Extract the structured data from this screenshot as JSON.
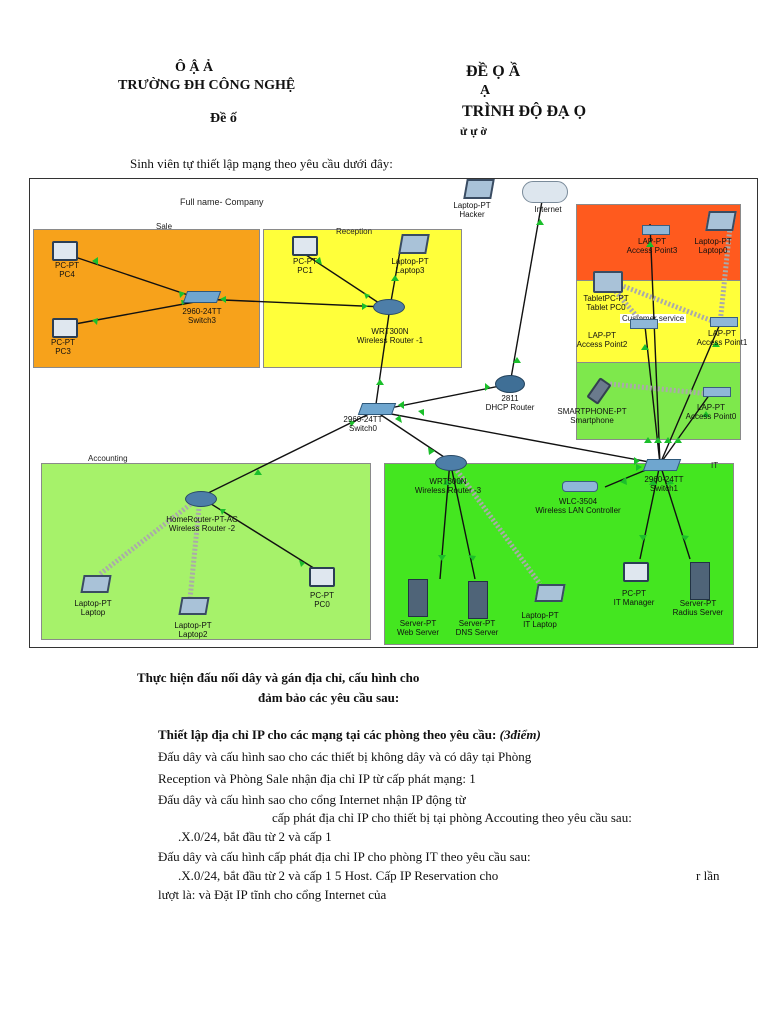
{
  "header": {
    "left_line1": "Ô           Ậ    Ả",
    "left_line2": "TRƯỜNG ĐH CÔNG NGHỆ",
    "left_line3": "Đề    ố",
    "right_line1": "ĐỀ          Ọ          Ầ",
    "right_line2": "Ạ",
    "right_line3": "TRÌNH ĐỘ ĐẠ    Ọ",
    "right_line4": "ử              ự              ờ"
  },
  "intro": "Sinh viên tự thiết lập                 mạng theo yêu cầu dưới đây:",
  "diagram": {
    "title": "Full name- Company",
    "zones": {
      "sale": "Sale",
      "reception": "Reception",
      "accounting": "Accounting",
      "it": "IT",
      "customer": "Customer service"
    },
    "devices": {
      "pc4": [
        "PC-PT",
        "PC4"
      ],
      "pc3": [
        "PC-PT",
        "PC3"
      ],
      "switch3": [
        "2960-24TT",
        "Switch3"
      ],
      "pc1": [
        "PC-PT",
        "PC1"
      ],
      "laptop3": [
        "Laptop-PT",
        "Laptop3"
      ],
      "router1": [
        "WRT300N",
        "Wireless Router -1"
      ],
      "hacker": [
        "Laptop-PT",
        "Hacker"
      ],
      "internet": [
        "Internet"
      ],
      "dhcp": [
        "2811",
        "DHCP Router"
      ],
      "switch0": [
        "2960-24TT",
        "Switch0"
      ],
      "ap3": [
        "LAP-PT",
        "Access Point3"
      ],
      "laptop0": [
        "Laptop-PT",
        "Laptop0"
      ],
      "tablet": [
        "TabletPC-PT",
        "Tablet PC0"
      ],
      "ap2": [
        "LAP-PT",
        "Access Point2"
      ],
      "ap1": [
        "LAP-PT",
        "Access Point1"
      ],
      "smartphone": [
        "SMARTPHONE-PT",
        "Smartphone"
      ],
      "ap0": [
        "LAP-PT",
        "Access Point0"
      ],
      "router2": [
        "HomeRouter-PT-AC",
        "Wireless Router -2"
      ],
      "laptop": [
        "Laptop-PT",
        "Laptop"
      ],
      "laptop2": [
        "Laptop-PT",
        "Laptop2"
      ],
      "pc0": [
        "PC-PT",
        "PC0"
      ],
      "router3": [
        "WRT300N",
        "Wireless Router -3"
      ],
      "wlc": [
        "WLC-3504",
        "Wireless LAN Controller"
      ],
      "switch1": [
        "2960-24TT",
        "Switch1"
      ],
      "webserver": [
        "Server-PT",
        "Web Server"
      ],
      "dnsserver": [
        "Server-PT",
        "DNS Server"
      ],
      "itlaptop": [
        "Laptop-PT",
        "IT Laptop"
      ],
      "itmanager": [
        "PC-PT",
        "IT Manager"
      ],
      "radius": [
        "Server-PT",
        "Radius Server"
      ]
    }
  },
  "body": {
    "task_line1": "Thực hiện đấu nối dây và gán địa chỉ, cấu hình cho",
    "task_line2": "đảm bảo các yêu cầu sau:",
    "section_title": "Thiết lập địa chỉ IP cho các mạng tại các phòng theo yêu cầu: ",
    "section_points": "(3điểm)",
    "lines": [
      "Đấu dây và cấu hình                        sao cho các thiết bị không dây và có dây tại Phòng",
      "Reception và Phòng Sale nhận địa chỉ IP từ                          cấp phát mạng: 1",
      "Đấu dây và cấu hình                        sao cho cổng Internet nhận IP động từ",
      "cấp phát địa chỉ IP cho thiết bị tại phòng Accouting theo yêu cầu sau:",
      ".X.0/24, bắt đầu từ 2 và cấp 1",
      "Đấu dây và cấu hình                        cấp phát địa chỉ IP cho phòng IT theo yêu cầu sau:",
      ".X.0/24, bắt đầu từ 2 và cấp 1  5 Host. Cấp IP Reservation cho",
      "r lần",
      "lượt là:                                        và Đặt IP tĩnh cho cổng Internet của"
    ]
  },
  "colors": {
    "sale": "#f7a21b",
    "reception": "#ffff3a",
    "accounting": "#a6f26a",
    "it": "#44e620",
    "custRed": "#ff5a1e",
    "custYellow": "#ffff3a",
    "custGreen": "#7ee84c"
  }
}
